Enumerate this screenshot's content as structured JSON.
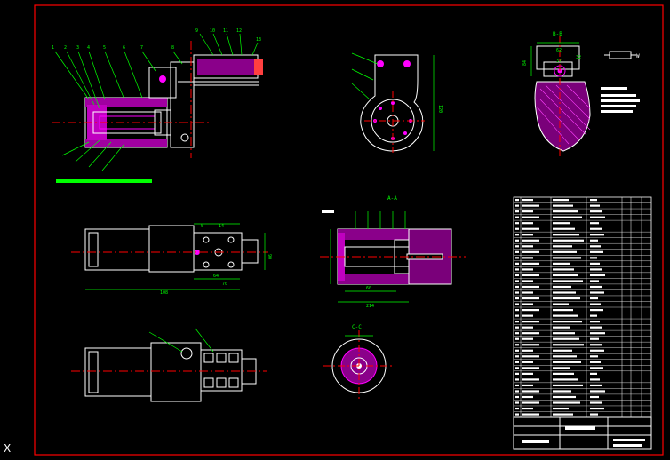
{
  "colors": {
    "background": "#000000",
    "border": "#ff0000",
    "outline": "#ffffff",
    "dimension": "#00ff00",
    "centerline": "#ff0000",
    "hatch": "#ff00ff",
    "table": "#ffffff"
  },
  "ucs_label": "X",
  "views": {
    "top_left": "assembly-section",
    "top_center": "flange-bracket",
    "top_right": "swing-arm-section",
    "mid_left": "motor-top-view",
    "mid_center": "cylinder-section",
    "bottom_left": "motor-side-view",
    "bottom_center": "end-view"
  },
  "dims": {
    "d1": "62",
    "d2": "37",
    "d3": "84",
    "d4": "32",
    "d5": "120",
    "d6": "5",
    "d7": "14",
    "d8": "108",
    "d9": "64",
    "d10": "214",
    "d11": "60",
    "d12": "90",
    "d13": "70"
  },
  "section_labels": {
    "a": "A-A",
    "b": "B-B",
    "c": "C-C"
  },
  "arrow_label": "W"
}
